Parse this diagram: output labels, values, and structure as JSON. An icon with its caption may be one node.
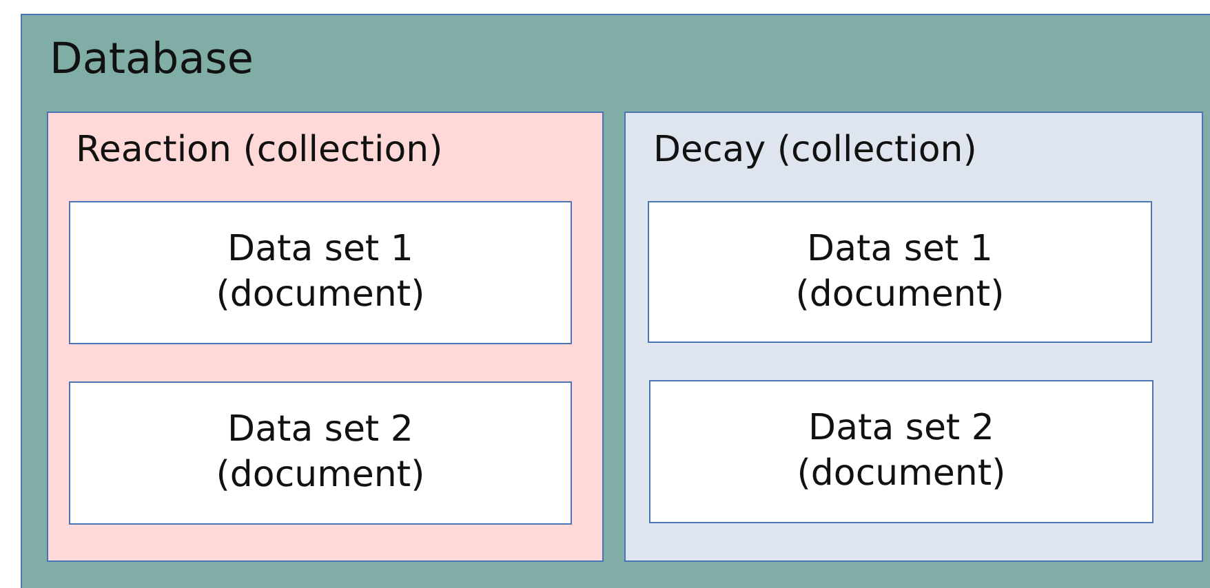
{
  "diagram": {
    "nodes": [
      {
        "text": [
          "Database"
        ]
      },
      {
        "text": [
          "Reaction (collection)"
        ],
        "in": 0
      },
      {
        "text": [
          "Data set 1 (document)"
        ],
        "in": 1
      },
      {
        "text": [
          "Data set 2 (document)"
        ],
        "in": 1
      },
      {
        "text": [
          "Decay (collection)"
        ],
        "in": 0
      },
      {
        "text": [
          "Data set 1 (document)"
        ],
        "in": 4
      },
      {
        "text": [
          "Data set 2 (document)"
        ],
        "in": 4
      }
    ]
  }
}
